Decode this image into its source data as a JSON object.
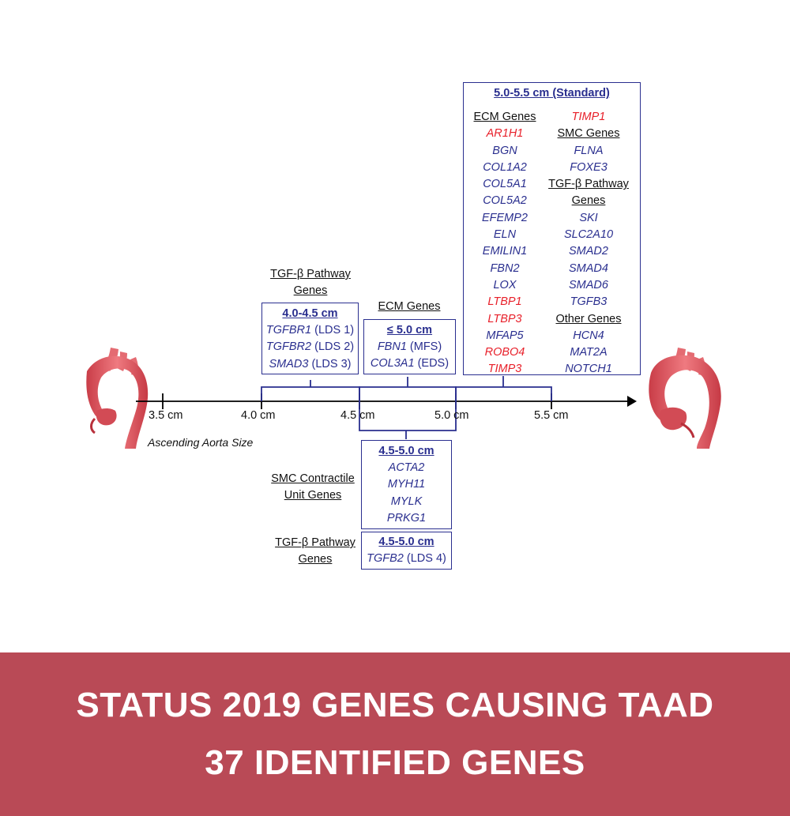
{
  "axis": {
    "ticks": [
      "3.5 cm",
      "4.0 cm",
      "4.5 cm",
      "5.0 cm",
      "5.5 cm"
    ],
    "caption": "Ascending Aorta Size"
  },
  "groups": {
    "tgfb_a": {
      "label_line1": "TGF-β Pathway",
      "label_line2": "Genes",
      "title": "4.0-4.5 cm",
      "genes": [
        {
          "name": "TGFBR1",
          "note": "(LDS 1)"
        },
        {
          "name": "TGFBR2",
          "note": "(LDS 2)"
        },
        {
          "name": "SMAD3",
          "note": "(LDS 3)"
        }
      ]
    },
    "ecm_a": {
      "label": "ECM Genes",
      "title": "≤ 5.0 cm",
      "genes": [
        {
          "name": "FBN1",
          "note": "(MFS)"
        },
        {
          "name": "COL3A1",
          "note": "(EDS)"
        }
      ]
    },
    "smc": {
      "label_line1": "SMC Contractile",
      "label_line2": "Unit Genes",
      "title": "4.5-5.0 cm",
      "genes": [
        "ACTA2",
        "MYH11",
        "MYLK",
        "PRKG1"
      ]
    },
    "tgfb_b": {
      "label_line1": "TGF-β Pathway",
      "label_line2": "Genes",
      "title": "4.5-5.0 cm",
      "gene": {
        "name": "TGFB2",
        "note": "(LDS 4)"
      }
    },
    "standard": {
      "title": "5.0-5.5 cm (Standard)",
      "left_col": [
        {
          "type": "section",
          "text": "ECM Genes"
        },
        {
          "type": "gene",
          "text": "AR1H1",
          "red": true
        },
        {
          "type": "gene",
          "text": "BGN"
        },
        {
          "type": "gene",
          "text": "COL1A2"
        },
        {
          "type": "gene",
          "text": "COL5A1"
        },
        {
          "type": "gene",
          "text": "COL5A2"
        },
        {
          "type": "gene",
          "text": "EFEMP2"
        },
        {
          "type": "gene",
          "text": "ELN"
        },
        {
          "type": "gene",
          "text": "EMILIN1"
        },
        {
          "type": "gene",
          "text": "FBN2"
        },
        {
          "type": "gene",
          "text": "LOX"
        },
        {
          "type": "gene",
          "text": "LTBP1",
          "red": true
        },
        {
          "type": "gene",
          "text": "LTBP3",
          "red": true
        },
        {
          "type": "gene",
          "text": "MFAP5"
        },
        {
          "type": "gene",
          "text": "ROBO4",
          "red": true
        },
        {
          "type": "gene",
          "text": "TIMP3",
          "red": true
        }
      ],
      "right_col": [
        {
          "type": "gene",
          "text": "TIMP1",
          "red": true
        },
        {
          "type": "section",
          "text": "SMC Genes"
        },
        {
          "type": "gene",
          "text": "FLNA"
        },
        {
          "type": "gene",
          "text": "FOXE3"
        },
        {
          "type": "section",
          "text": "TGF-β Pathway"
        },
        {
          "type": "section",
          "text": "Genes"
        },
        {
          "type": "gene",
          "text": "SKI"
        },
        {
          "type": "gene",
          "text": "SLC2A10"
        },
        {
          "type": "gene",
          "text": "SMAD2"
        },
        {
          "type": "gene",
          "text": "SMAD4"
        },
        {
          "type": "gene",
          "text": "SMAD6"
        },
        {
          "type": "gene",
          "text": "TGFB3"
        },
        {
          "type": "section",
          "text": "Other Genes"
        },
        {
          "type": "gene",
          "text": "HCN4"
        },
        {
          "type": "gene",
          "text": "MAT2A"
        },
        {
          "type": "gene",
          "text": "NOTCH1"
        }
      ]
    }
  },
  "colors": {
    "gene_blue": "#2a2f8f",
    "gene_red": "#e8202a",
    "banner": "#b94a56",
    "aorta": "#e05a63"
  },
  "banner": {
    "line1": "STATUS 2019 GENES CAUSING TAAD",
    "line2": "37 IDENTIFIED GENES"
  }
}
